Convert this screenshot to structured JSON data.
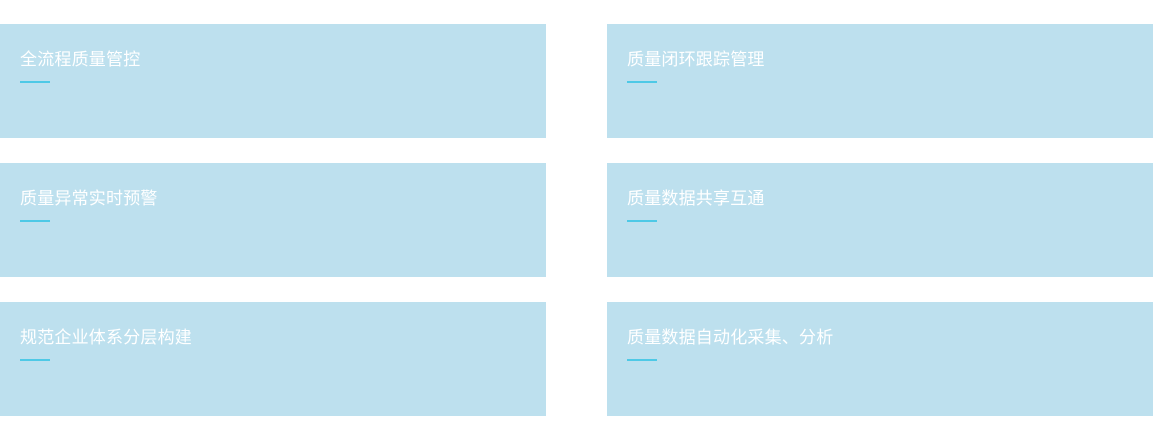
{
  "cards": [
    {
      "title": "全流程质量管控"
    },
    {
      "title": "质量闭环跟踪管理"
    },
    {
      "title": "质量异常实时预警"
    },
    {
      "title": "质量数据共享互通"
    },
    {
      "title": "规范企业体系分层构建"
    },
    {
      "title": "质量数据自动化采集、分析"
    }
  ],
  "colors": {
    "card_background": "#bde0ee",
    "title_text": "#ffffff",
    "accent_underline": "#4ec9e6",
    "page_background": "#ffffff"
  }
}
